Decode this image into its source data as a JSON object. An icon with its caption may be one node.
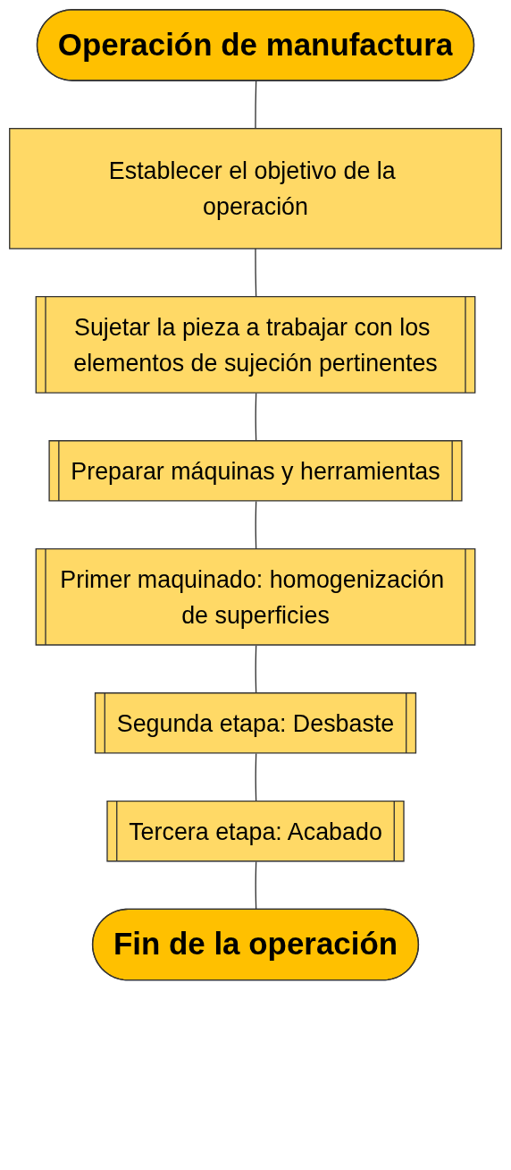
{
  "diagram": {
    "nodes": [
      {
        "text": [
          "Operación de manufactura"
        ]
      },
      {
        "text": [
          "Establecer el objetivo de la operación"
        ]
      },
      {
        "text": [
          "Sujetar la pieza a trabajar con los elementos de sujeción pertinentes"
        ]
      },
      {
        "text": [
          "Preparar máquinas y herramientas"
        ]
      },
      {
        "text": [
          "Primer maquinado: homogenización de superficies"
        ]
      },
      {
        "text": [
          "Segunda etapa: Desbaste"
        ]
      },
      {
        "text": [
          "Tercera etapa: Acabado"
        ]
      },
      {
        "text": [
          "Fin de la operación"
        ]
      }
    ],
    "edges": [
      {
        "from": 0,
        "to": 1,
        "arrow": "none"
      },
      {
        "from": 1,
        "to": 2,
        "arrow": "none"
      },
      {
        "from": 2,
        "to": 3,
        "arrow": "none"
      },
      {
        "from": 3,
        "to": 4,
        "arrow": "none"
      },
      {
        "from": 4,
        "to": 5,
        "arrow": "none"
      },
      {
        "from": 5,
        "to": 6,
        "arrow": "none"
      },
      {
        "from": 6,
        "to": 7,
        "arrow": "none"
      }
    ]
  }
}
